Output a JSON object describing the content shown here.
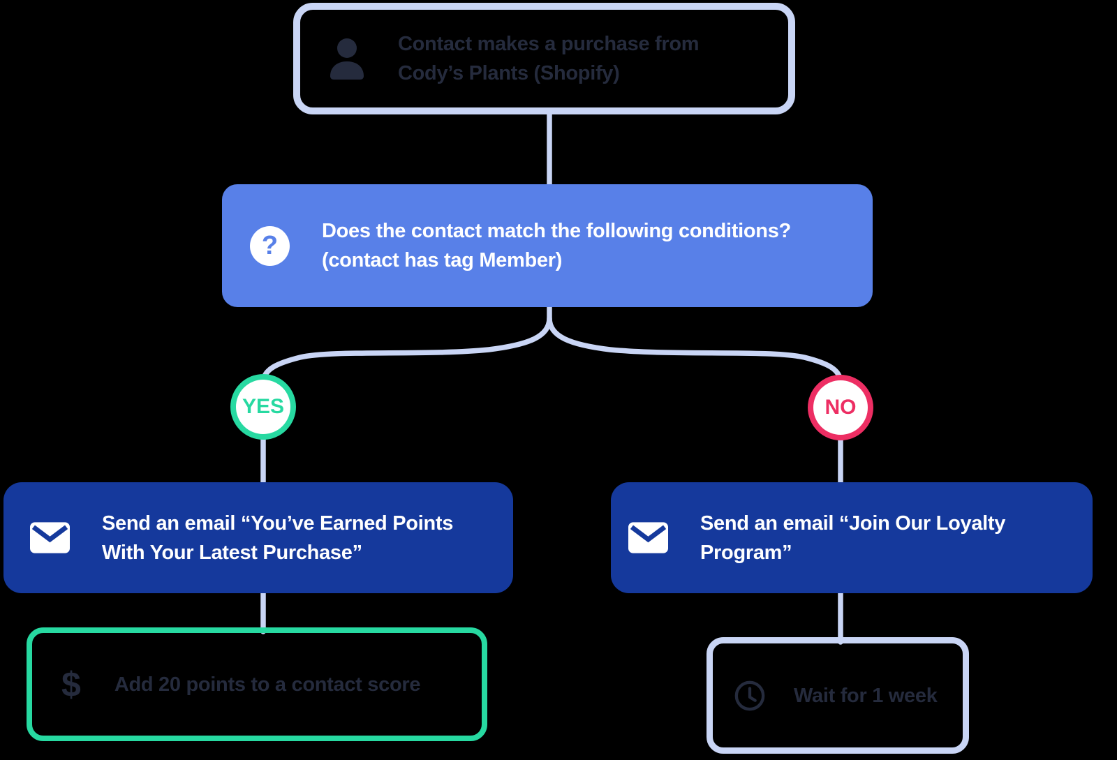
{
  "colors": {
    "canvas_bg": "#000000",
    "connector": "#C9D5F5",
    "light_border": "#C9D5F5",
    "condition_blue": "#5880E8",
    "action_navy": "#15399C",
    "yes_green": "#27D9A1",
    "no_red": "#ED2E63",
    "dark_text": "#252B3D"
  },
  "nodes": {
    "trigger": {
      "icon": "person-icon",
      "line1": "Contact makes a purchase from",
      "line2": "Cody’s Plants (Shopify)"
    },
    "condition": {
      "icon": "question-mark-icon",
      "glyph": "?",
      "line1": "Does the contact match the following conditions?",
      "line2": "(contact has tag Member)"
    },
    "yes_badge": {
      "label": "YES"
    },
    "no_badge": {
      "label": "NO"
    },
    "email_yes": {
      "icon": "envelope-icon",
      "line1": "Send an email “You’ve Earned Points",
      "line2": "With Your Latest Purchase”"
    },
    "email_no": {
      "icon": "envelope-icon",
      "line1": "Send an email “Join Our Loyalty",
      "line2": "Program”"
    },
    "score": {
      "icon": "dollar-icon",
      "glyph": "$",
      "label": "Add 20 points to a contact score"
    },
    "wait": {
      "icon": "clock-icon",
      "label": "Wait for 1 week"
    }
  }
}
